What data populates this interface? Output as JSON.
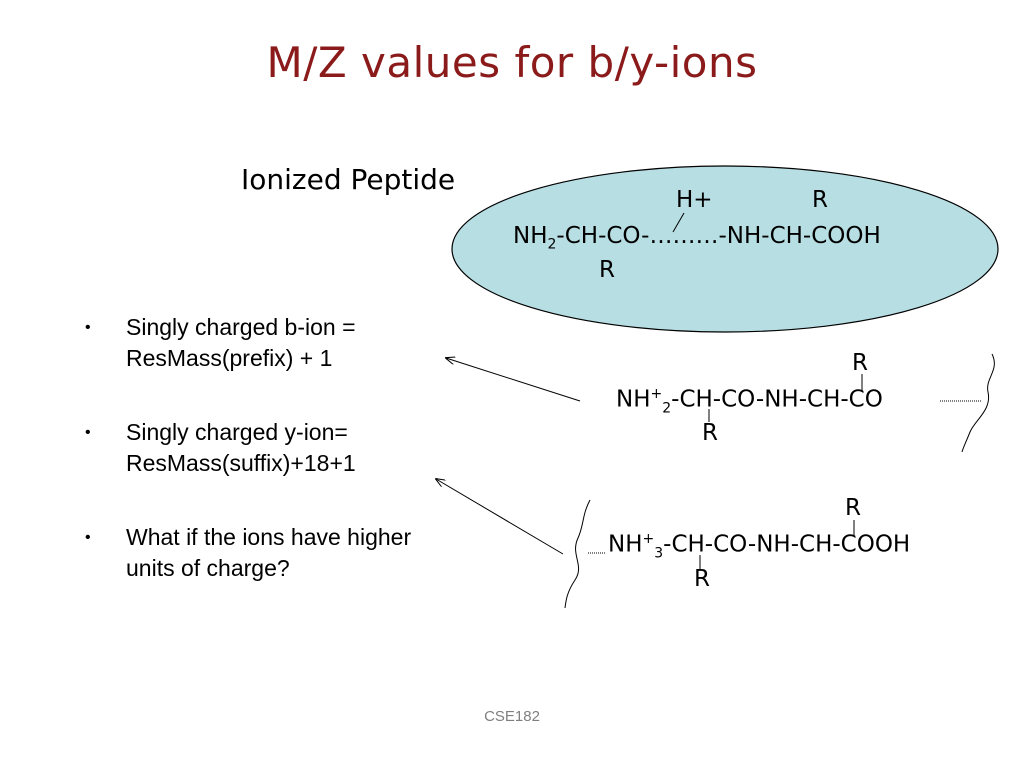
{
  "slide": {
    "title": "M/Z values for b/y-ions",
    "subtitle": "Ionized Peptide",
    "footer": "CSE182"
  },
  "colors": {
    "title": "#8b1a1a",
    "ellipse_fill": "#b7dee3",
    "ellipse_stroke": "#000000"
  },
  "peptide": {
    "h_plus": "H+",
    "r_top": "R",
    "nh": "NH",
    "nh_sub": "2",
    "chain": "-CH-CO-………-NH-CH-COOH",
    "r_bottom": "R"
  },
  "b_ion": {
    "r_top": "R",
    "nh": "NH",
    "nh_sup": "+",
    "nh_sub": "2",
    "chain": "-CH-CO-NH-CH-CO",
    "r_bottom": "R"
  },
  "y_ion": {
    "r_top": "R",
    "nh": "NH",
    "nh_sup": "+",
    "nh_sub": "3",
    "chain": "-CH-CO-NH-CH-COOH",
    "r_bottom": "R"
  },
  "bullets": [
    {
      "line1": "Singly charged b-ion =",
      "line2": "ResMass(prefix) + 1"
    },
    {
      "line1": "Singly charged y-ion=",
      "line2": "ResMass(suffix)+18+1"
    },
    {
      "line1": "What if the ions have higher",
      "line2": "units of charge?"
    }
  ]
}
